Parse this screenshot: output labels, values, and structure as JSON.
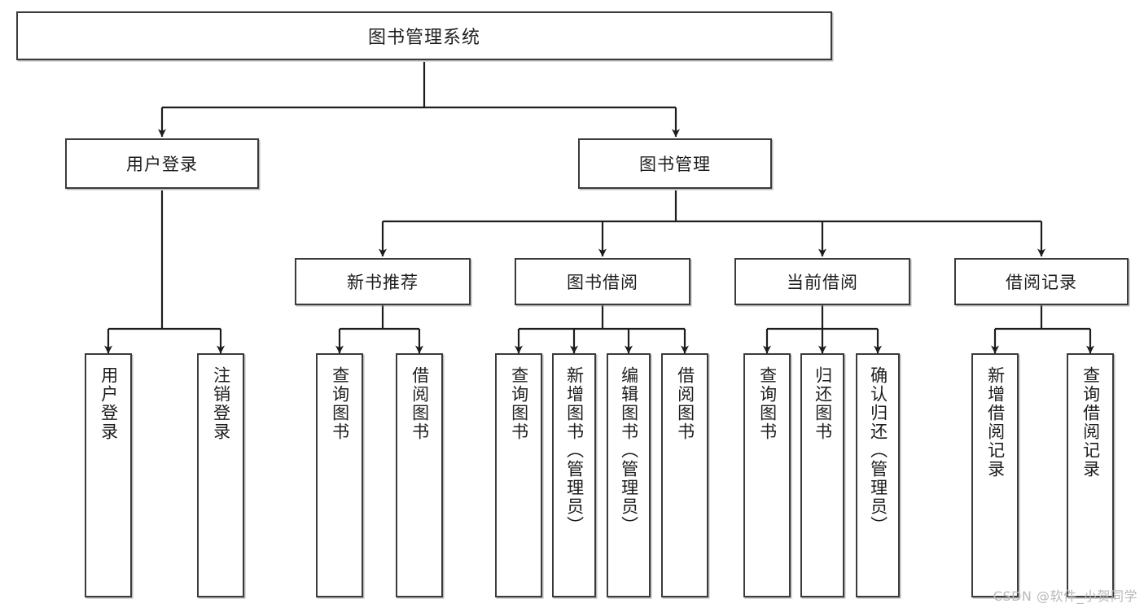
{
  "diagram": {
    "title": "图书管理系统",
    "watermark": "CSDN @软件_小贺同学",
    "colors": {
      "box_border": "#3b3b3b",
      "box_fill": "#ffffff",
      "edge": "#1d1d1d",
      "watermark": "#b9b9b9"
    },
    "levels": {
      "root": {
        "label": "图书管理系统"
      },
      "level2": [
        {
          "label": "用户登录"
        },
        {
          "label": "图书管理"
        }
      ],
      "level3": [
        {
          "label": "新书推荐"
        },
        {
          "label": "图书借阅"
        },
        {
          "label": "当前借阅"
        },
        {
          "label": "借阅记录"
        }
      ],
      "level4": [
        {
          "label": "用户登录",
          "parent": "用户登录"
        },
        {
          "label": "注销登录",
          "parent": "用户登录"
        },
        {
          "label": "查询图书",
          "parent": "新书推荐"
        },
        {
          "label": "借阅图书",
          "parent": "新书推荐"
        },
        {
          "label": "查询图书",
          "parent": "图书借阅"
        },
        {
          "label": "新增图书（管理员）",
          "parent": "图书借阅"
        },
        {
          "label": "编辑图书（管理员）",
          "parent": "图书借阅"
        },
        {
          "label": "借阅图书",
          "parent": "图书借阅"
        },
        {
          "label": "查询图书",
          "parent": "当前借阅"
        },
        {
          "label": "归还图书",
          "parent": "当前借阅"
        },
        {
          "label": "确认归还（管理员）",
          "parent": "当前借阅"
        },
        {
          "label": "新增借阅记录",
          "parent": "借阅记录"
        },
        {
          "label": "查询借阅记录",
          "parent": "借阅记录"
        }
      ]
    }
  }
}
